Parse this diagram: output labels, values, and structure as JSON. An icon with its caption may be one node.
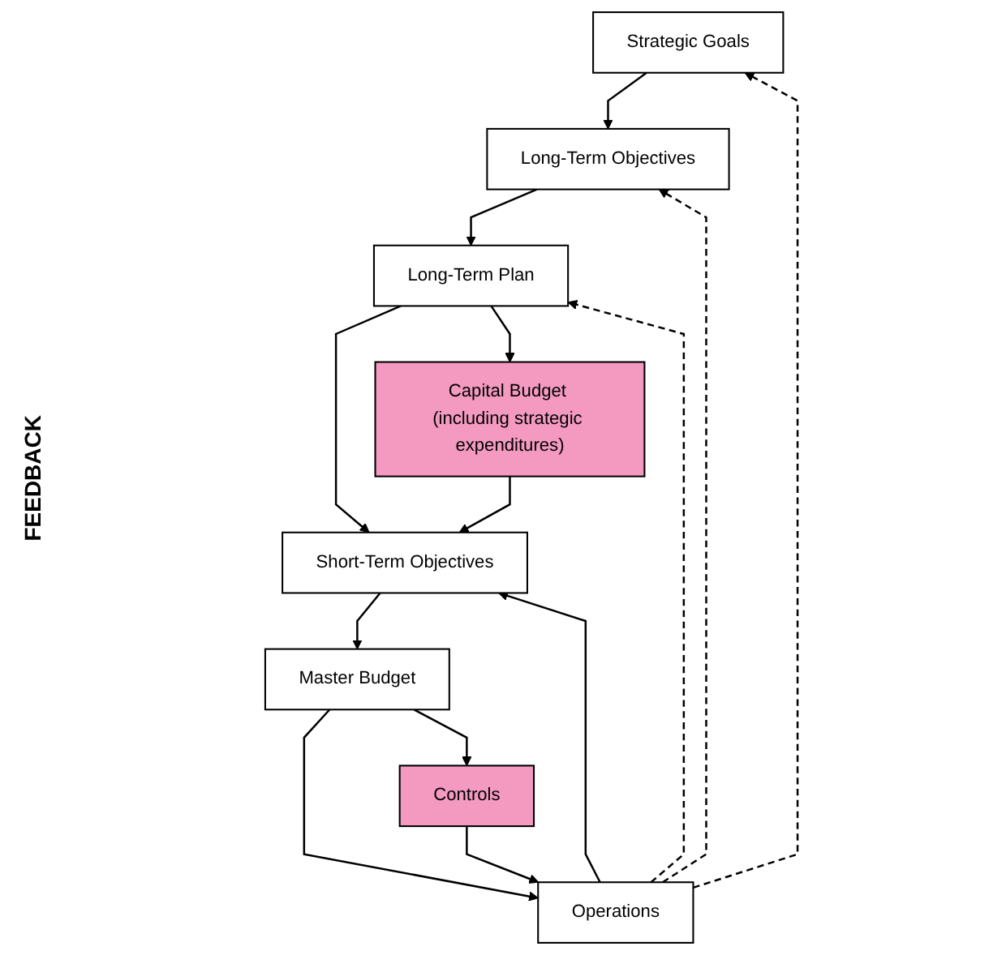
{
  "diagram": {
    "nodes": [
      {
        "text": [
          "Strategic Goals"
        ]
      },
      {
        "text": [
          "Long-Term Objectives"
        ]
      },
      {
        "text": [
          "Long-Term Plan"
        ]
      },
      {
        "text": [
          "Capital Budget (including strategic expenditures)"
        ]
      },
      {
        "text": [
          "Short-Term Objectives"
        ]
      },
      {
        "text": [
          "Master Budget"
        ]
      },
      {
        "text": [
          "Controls"
        ]
      },
      {
        "text": [
          "Operations"
        ]
      }
    ],
    "edges": [
      {
        "from": 0,
        "to": 1,
        "arrow": "to"
      },
      {
        "from": 1,
        "to": 2,
        "arrow": "to"
      },
      {
        "from": 2,
        "to": 4,
        "arrow": "to"
      },
      {
        "from": 2,
        "to": 3,
        "arrow": "to"
      },
      {
        "from": 3,
        "to": 4,
        "arrow": "to"
      },
      {
        "from": 4,
        "to": 5,
        "arrow": "to"
      },
      {
        "from": 5,
        "to": 7,
        "arrow": "to"
      },
      {
        "from": 5,
        "to": 6,
        "arrow": "to"
      },
      {
        "from": 6,
        "to": 7,
        "arrow": "to"
      },
      {
        "from": 7,
        "to": 4,
        "arrow": "to"
      },
      {
        "from": 7,
        "to": 2,
        "arrow": "to",
        "style": "dashed"
      },
      {
        "from": 7,
        "to": 1,
        "arrow": "to",
        "style": "dashed"
      },
      {
        "from": 7,
        "to": 0,
        "arrow": "to",
        "style": "dashed"
      }
    ],
    "labels": [
      "FEEDBACK"
    ]
  }
}
